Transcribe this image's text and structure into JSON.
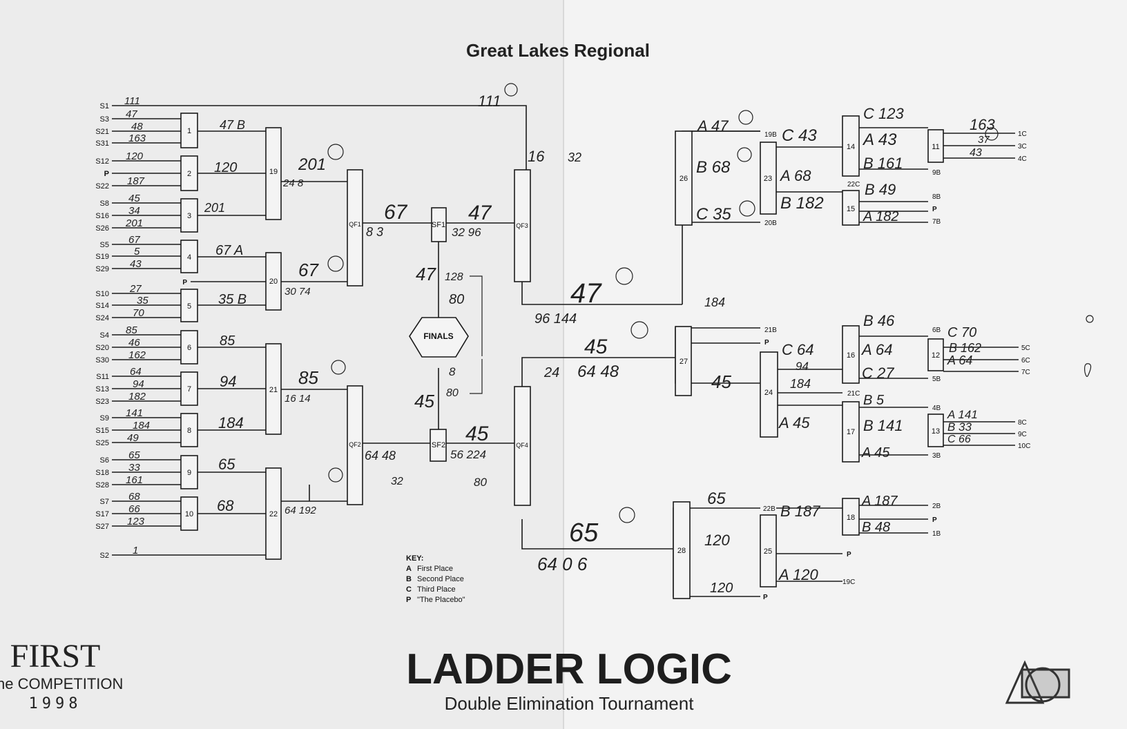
{
  "header": {
    "title": "Great Lakes Regional"
  },
  "footer": {
    "brand_line1": "FIRST",
    "brand_line2": "The COMPETITION",
    "brand_year": "1998",
    "title": "LADDER LOGIC",
    "subtitle": "Double Elimination Tournament"
  },
  "key": {
    "title": "KEY:",
    "items": [
      {
        "code": "A",
        "text": "First Place"
      },
      {
        "code": "B",
        "text": "Second Place"
      },
      {
        "code": "C",
        "text": "Third Place"
      },
      {
        "code": "P",
        "text": "\"The Placebo\""
      }
    ]
  },
  "seeds": [
    "S1",
    "S3",
    "S21",
    "S31",
    "S12",
    "P",
    "S22",
    "S8",
    "S16",
    "S26",
    "S5",
    "S19",
    "S29",
    "S10",
    "S14",
    "S24",
    "S4",
    "S20",
    "S30",
    "S11",
    "S13",
    "S23",
    "S9",
    "S15",
    "S25",
    "S6",
    "S18",
    "S28",
    "S7",
    "S17",
    "S27",
    "S2"
  ],
  "matches": {
    "m1": "1",
    "m2": "2",
    "m3": "3",
    "m4": "4",
    "m5": "5",
    "m6": "6",
    "m7": "7",
    "m8": "8",
    "m9": "9",
    "m10": "10",
    "m19": "19",
    "m20": "20",
    "m21": "21",
    "m22": "22",
    "qf1": "QF1",
    "qf2": "QF2",
    "qf3": "QF3",
    "qf4": "QF4",
    "sf1": "SF1",
    "sf2": "SF2",
    "finals": "FINALS",
    "m26": "26",
    "m23": "23",
    "m14": "14",
    "m11": "11",
    "m15": "15",
    "m27": "27",
    "m24": "24",
    "m16": "16",
    "m12": "12",
    "m17": "17",
    "m13": "13",
    "m28": "28",
    "m25": "25",
    "m18": "18"
  },
  "loser_labels": {
    "p_left": "P",
    "l19b": "19B",
    "l20b": "20B",
    "l22c": "22C",
    "l8b": "8B",
    "lp1": "P",
    "l7b": "7B",
    "l9b": "9B",
    "l1c": "1C",
    "l3c": "3C",
    "l4c": "4C",
    "l21b": "21B",
    "lp2": "P",
    "l6b": "6B",
    "l5b": "5B",
    "l21c": "21C",
    "l4b": "4B",
    "l3b": "3B",
    "l5c": "5C",
    "l6c": "6C",
    "l7c": "7C",
    "l8c": "8C",
    "l9c": "9C",
    "l10c": "10C",
    "l22b": "22B",
    "l2b": "2B",
    "lp3": "P",
    "l1b": "1B",
    "lp4": "P",
    "l19c": "19C",
    "lp5": "P"
  },
  "handwriting": {
    "s1": "111",
    "s3": "47",
    "s21": "48",
    "s31": "163",
    "s12": "120",
    "s22": "187",
    "s8": "45",
    "s16": "34",
    "s26": "201",
    "s5": "67",
    "s19": "5",
    "s29": "43",
    "s10": "27",
    "s14": "35",
    "s24": "70",
    "s4": "85",
    "s20": "46",
    "s30": "162",
    "s11": "64",
    "s13": "94",
    "s23": "182",
    "s9": "141",
    "s15": "184",
    "s25": "49",
    "s6": "65",
    "s18": "33",
    "s28": "161",
    "s7": "68",
    "s17": "66",
    "s27": "123",
    "s2": "1",
    "w1": "47 B",
    "w2": "120",
    "w3": "201",
    "w4": "67 A",
    "w5": "35 B",
    "w6": "85",
    "w7": "94",
    "w8": "184",
    "w9": "65",
    "w10": "68",
    "w19": "201",
    "w19s": "24 8",
    "w20": "67",
    "w20s": "30 74",
    "w21": "85",
    "w21s": "16 14",
    "w22s": "64 192",
    "wqf1": "67",
    "wqf1s": "8 3",
    "wqf2s": "64 48",
    "wqf2b": "32",
    "wsf1": "47",
    "wsf1s": "32 96",
    "wsf2": "45",
    "wsf2s": "56 224",
    "wsf2b": "80",
    "f1": "47",
    "f2": "128",
    "f3": "80",
    "f4": "8",
    "f5": "80",
    "f6": "45",
    "top111": "111",
    "qf3r": "16",
    "qf3r2": "32",
    "qf3w": "47",
    "qf3s": "96 144",
    "qf4w": "45",
    "qf4s": "64 48",
    "qf4s2": "24",
    "l65": "65",
    "l65s": "64 0 6",
    "r26a": "A 47",
    "r26b": "B 68",
    "r26c": "C 35",
    "r23a": "C 43",
    "r23b": "A 68",
    "r23c": "B 182",
    "r14a": "C 123",
    "r14b": "A 43",
    "r14c": "B 161",
    "r15a": "B 49",
    "r15b": "A 182",
    "r11a": "163",
    "r11b": "37",
    "r11c": "43",
    "r27a": "184",
    "r27b": "45",
    "r24a": "C 64",
    "r24b": "94",
    "r24c": "184",
    "r24d": "A 45",
    "r16a": "B 46",
    "r16b": "A 64",
    "r16c": "C 27",
    "r12a": "C 70",
    "r12b": "B 162",
    "r12c": "A 64",
    "r17a": "B 5",
    "r17b": "B 141",
    "r17c": "A 45",
    "r13a": "A 141",
    "r13b": "B 33",
    "r13c": "C 66",
    "r28a": "65",
    "r28b": "120",
    "r28c": "120",
    "r25a": "B 187",
    "r25b": "A 120",
    "r18a": "A 187",
    "r18b": "B 48"
  }
}
